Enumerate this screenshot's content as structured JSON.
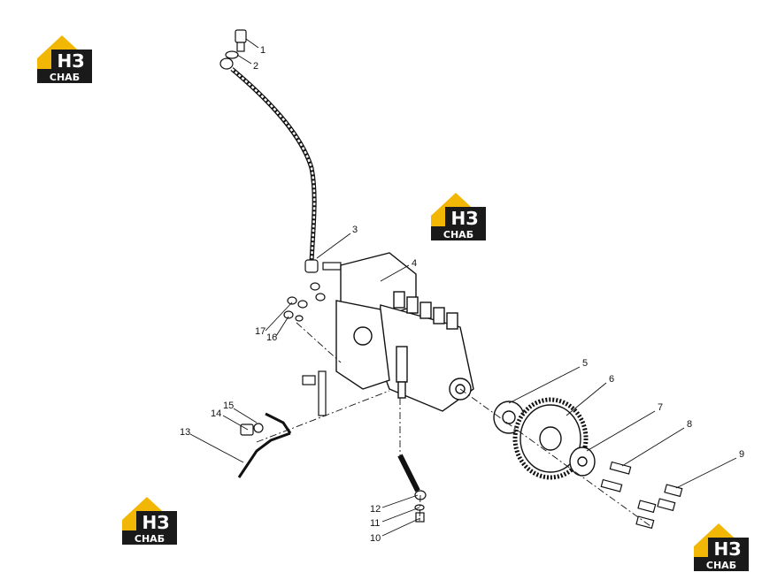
{
  "logo": {
    "mark": "НЗ",
    "subtitle": "СНАБ",
    "color_gold": "#f2b705",
    "color_dark": "#1a1a1a"
  },
  "callouts": [
    "1",
    "2",
    "3",
    "4",
    "5",
    "6",
    "7",
    "8",
    "9",
    "10",
    "11",
    "12",
    "13",
    "14",
    "15",
    "16",
    "17"
  ],
  "colors": {
    "line": "#111111",
    "background": "#ffffff"
  }
}
